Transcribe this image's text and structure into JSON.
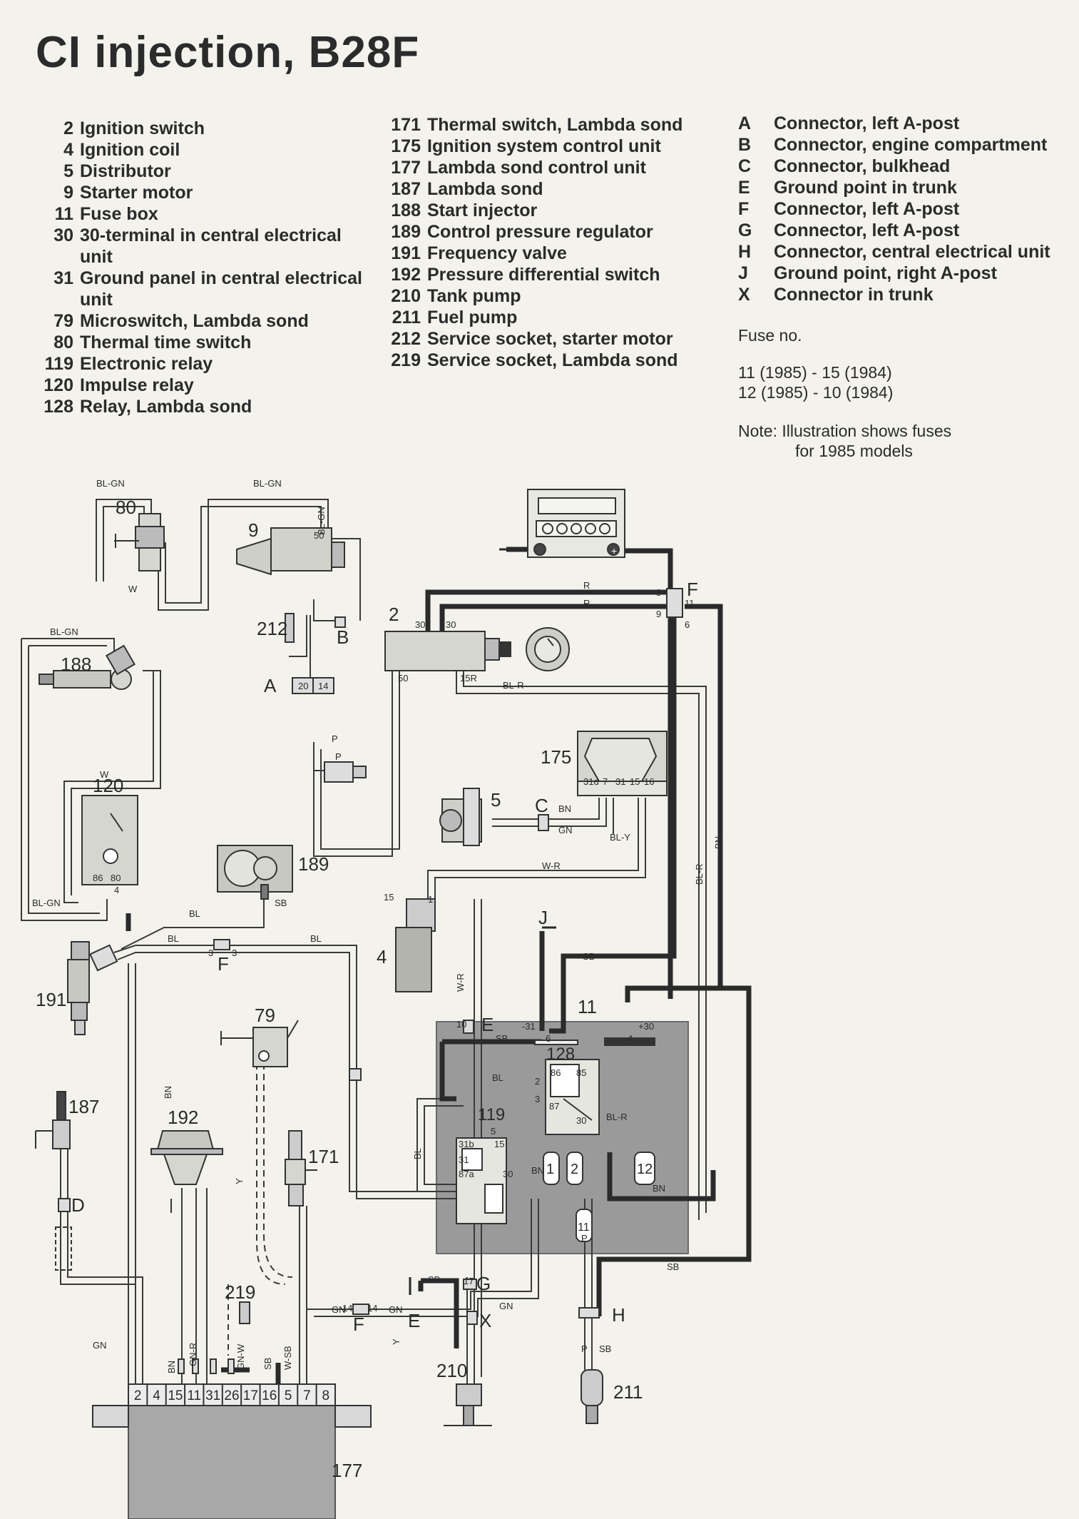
{
  "title": "CI injection, B28F",
  "legend": {
    "column1": [
      {
        "num": "2",
        "label": "Ignition switch"
      },
      {
        "num": "4",
        "label": "Ignition coil"
      },
      {
        "num": "5",
        "label": "Distributor"
      },
      {
        "num": "9",
        "label": "Starter motor"
      },
      {
        "num": "11",
        "label": "Fuse box"
      },
      {
        "num": "30",
        "label": "30-terminal in central electrical unit"
      },
      {
        "num": "31",
        "label": "Ground panel in central electrical unit"
      },
      {
        "num": "79",
        "label": "Microswitch, Lambda sond"
      },
      {
        "num": "80",
        "label": "Thermal time switch"
      },
      {
        "num": "119",
        "label": "Electronic relay"
      },
      {
        "num": "120",
        "label": "Impulse relay"
      },
      {
        "num": "128",
        "label": "Relay, Lambda sond"
      }
    ],
    "column2": [
      {
        "num": "171",
        "label": "Thermal switch, Lambda sond"
      },
      {
        "num": "175",
        "label": "Ignition system control unit"
      },
      {
        "num": "177",
        "label": "Lambda sond control unit"
      },
      {
        "num": "187",
        "label": "Lambda sond"
      },
      {
        "num": "188",
        "label": "Start injector"
      },
      {
        "num": "189",
        "label": "Control pressure regulator"
      },
      {
        "num": "191",
        "label": "Frequency valve"
      },
      {
        "num": "192",
        "label": "Pressure differential switch"
      },
      {
        "num": "210",
        "label": "Tank pump"
      },
      {
        "num": "211",
        "label": "Fuel pump"
      },
      {
        "num": "212",
        "label": "Service socket, starter motor"
      },
      {
        "num": "219",
        "label": "Service socket, Lambda sond"
      }
    ],
    "column3": [
      {
        "num": "A",
        "label": "Connector, left A-post"
      },
      {
        "num": "B",
        "label": "Connector, engine compartment"
      },
      {
        "num": "C",
        "label": "Connector, bulkhead"
      },
      {
        "num": "E",
        "label": "Ground point in trunk"
      },
      {
        "num": "F",
        "label": "Connector, left A-post"
      },
      {
        "num": "G",
        "label": "Connector, left A-post"
      },
      {
        "num": "H",
        "label": "Connector, central electrical unit"
      },
      {
        "num": "J",
        "label": "Ground point, right A-post"
      },
      {
        "num": "X",
        "label": "Connector in trunk"
      }
    ]
  },
  "fuse": {
    "title": "Fuse no.",
    "line1": "11 (1985) - 15 (1984)",
    "line2": "12 (1985) - 10 (1984)"
  },
  "note": {
    "line1": "Note: Illustration shows fuses",
    "line2": "for 1985 models"
  },
  "diagram": {
    "components": {
      "c80": "80",
      "c9": "9",
      "c212": "212",
      "c2": "2",
      "c188": "188",
      "c120": "120",
      "c175": "175",
      "c5": "5",
      "c189": "189",
      "c4": "4",
      "c191": "191",
      "c79": "79",
      "c11": "11",
      "c128": "128",
      "c119": "119",
      "c187": "187",
      "c192": "192",
      "c171": "171",
      "c219": "219",
      "c210": "210",
      "c211": "211",
      "c177": "177"
    },
    "connectors": {
      "A": "A",
      "B": "B",
      "C": "C",
      "D": "D",
      "E1": "E",
      "E2": "E",
      "F1": "F",
      "F2": "F",
      "F3": "F",
      "G": "G",
      "H": "H",
      "J": "J",
      "X": "X"
    },
    "wires": {
      "bl_gn": "BL-GN",
      "w": "W",
      "p": "P",
      "r": "R",
      "bn": "BN",
      "gn": "GN",
      "bl": "BL",
      "sb": "SB",
      "bl_r": "BL-R",
      "w_r": "W-R",
      "bl_y": "BL-Y",
      "y": "Y",
      "gn_r": "GN-R",
      "gn_w": "GN-W",
      "w_sb": "W-SB",
      "bl_gn_v": "BL-GN"
    },
    "terminals": {
      "t30": "30",
      "t50": "50",
      "t15r": "15R",
      "t20": "20",
      "t14": "14",
      "t8": "8",
      "t9": "9",
      "t11": "11",
      "t6": "6",
      "t3": "3",
      "t10": "10",
      "t17": "17",
      "t1": "1",
      "t15": "15",
      "t4": "4",
      "tm31": "-31",
      "tp30": "+30",
      "t86": "86",
      "t85": "85",
      "t87": "87",
      "t2": "2",
      "t5": "5",
      "t31b": "31b",
      "t87a": "87a",
      "t31": "31",
      "t16": "16",
      "t31d": "31d",
      "t7": "7",
      "t86b": "86",
      "t80b": "80",
      "t4b": "4",
      "plus": "+",
      "minus": "-"
    },
    "pin_row": [
      "2",
      "4",
      "15",
      "11",
      "31",
      "26",
      "17",
      "16",
      "5",
      "7",
      "8"
    ],
    "fuses": {
      "f1": "1",
      "f2": "2",
      "f12": "12",
      "f11": "11"
    }
  }
}
